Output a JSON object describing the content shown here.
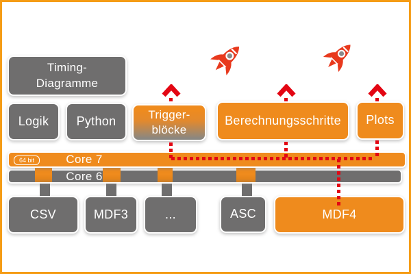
{
  "diagram": {
    "top_boxes": {
      "timing": "Timing-\nDiagramme",
      "logik": "Logik",
      "python": "Python",
      "trigger": "Trigger-\nblöcke",
      "berechnungsschritte": "Berechnungsschritte",
      "plots": "Plots"
    },
    "bars": {
      "core7": "Core 7",
      "core7_badge": "64 bit",
      "core6": "Core 6"
    },
    "bottom_boxes": {
      "csv": "CSV",
      "mdf3": "MDF3",
      "more": "...",
      "asc": "ASC",
      "mdf4": "MDF4"
    },
    "icons": {
      "rockets": [
        "rocket-icon",
        "rocket-icon"
      ]
    },
    "colors": {
      "orange": "#ef8b1d",
      "gray": "#6f6e6e",
      "red_dotted": "#e30613",
      "rocket_red": "#e8391d",
      "frame_border": "#f59c16",
      "trigger_gradient_bottom": "#8a8781"
    }
  }
}
